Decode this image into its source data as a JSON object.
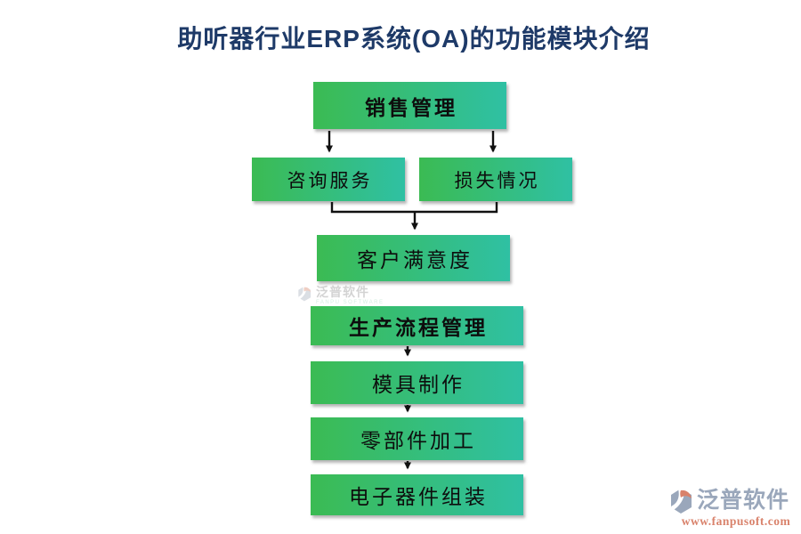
{
  "title": {
    "text": "助听器行业ERP系统(OA)的功能模块介绍",
    "color": "#1e3a68"
  },
  "flowchart": {
    "box_gradient_from": "#3bbb53",
    "box_gradient_to": "#2fc0a3",
    "arrow_color": "#111111",
    "nodes": [
      {
        "id": "sales",
        "label": "销售管理"
      },
      {
        "id": "consulting",
        "label": "咨询服务"
      },
      {
        "id": "loss",
        "label": "损失情况"
      },
      {
        "id": "satisfaction",
        "label": "客户满意度"
      },
      {
        "id": "production",
        "label": "生产流程管理"
      },
      {
        "id": "mold",
        "label": "模具制作"
      },
      {
        "id": "parts",
        "label": "零部件加工"
      },
      {
        "id": "assembly",
        "label": "电子器件组装"
      }
    ],
    "edges": [
      {
        "from": "sales",
        "to": "consulting"
      },
      {
        "from": "sales",
        "to": "loss"
      },
      {
        "from": "consulting",
        "to": "satisfaction"
      },
      {
        "from": "loss",
        "to": "satisfaction"
      },
      {
        "from": "production",
        "to": "mold"
      },
      {
        "from": "mold",
        "to": "parts"
      },
      {
        "from": "parts",
        "to": "assembly"
      }
    ]
  },
  "watermark_center": {
    "brand": "泛普软件",
    "subtext": "FANPU SOFTWARE",
    "icon": "fanpu-logo-icon"
  },
  "watermark_corner": {
    "brand": "泛普软件",
    "url": "www.fanpusoft.com",
    "brand_color": "#9aa7bb",
    "url_color": "#d9826b",
    "icon": "fanpu-logo-icon"
  }
}
